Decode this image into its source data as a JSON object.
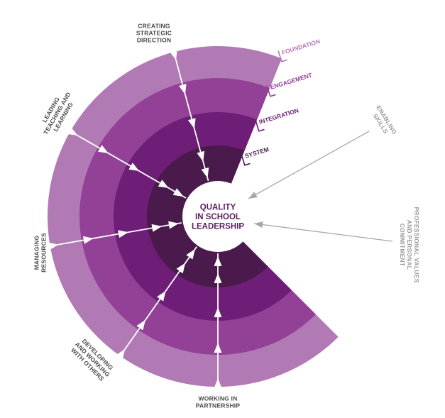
{
  "center": {
    "lines": [
      "QUALITY",
      "IN SCHOOL",
      "LEADERSHIP"
    ]
  },
  "levels": [
    {
      "name": "SYSTEM",
      "color": "#4a1a4c",
      "label_color": "#4a1a4c"
    },
    {
      "name": "INTEGRATION",
      "color": "#6f1e78",
      "label_color": "#6f1e78"
    },
    {
      "name": "ENGAGEMENT",
      "color": "#924196",
      "label_color": "#924196"
    },
    {
      "name": "FOUNDATION",
      "color": "#b17ab5",
      "label_color": "#b17ab5"
    }
  ],
  "dimensions": [
    {
      "id": "creating-strategic-direction",
      "lines": [
        "CREATING",
        "STRATEGIC",
        "DIRECTION"
      ]
    },
    {
      "id": "leading-teaching-and-learning",
      "lines": [
        "LEADING",
        "TEACHING AND",
        "LEARNING"
      ]
    },
    {
      "id": "managing-resources",
      "lines": [
        "MANAGING",
        "RESOURCES"
      ]
    },
    {
      "id": "developing-and-working-with-others",
      "lines": [
        "DEVELOPING",
        "AND WORKING",
        "WITH OTHERS"
      ]
    },
    {
      "id": "working-in-partnership",
      "lines": [
        "WORKING IN",
        "PARTNERSHIP"
      ]
    }
  ],
  "side_labels": {
    "enabling_skills": [
      "ENABLING",
      "SKILLS"
    ],
    "professional_values": [
      "PROFESSIONAL VALUES",
      "AND PERSONAL",
      "COMMITMENT"
    ]
  },
  "colors": {
    "arrow": "#ffffff",
    "side_arrow": "#a8a8a8",
    "center_text": "#5a1f5e",
    "dimension_text": "#4a4a4a"
  }
}
